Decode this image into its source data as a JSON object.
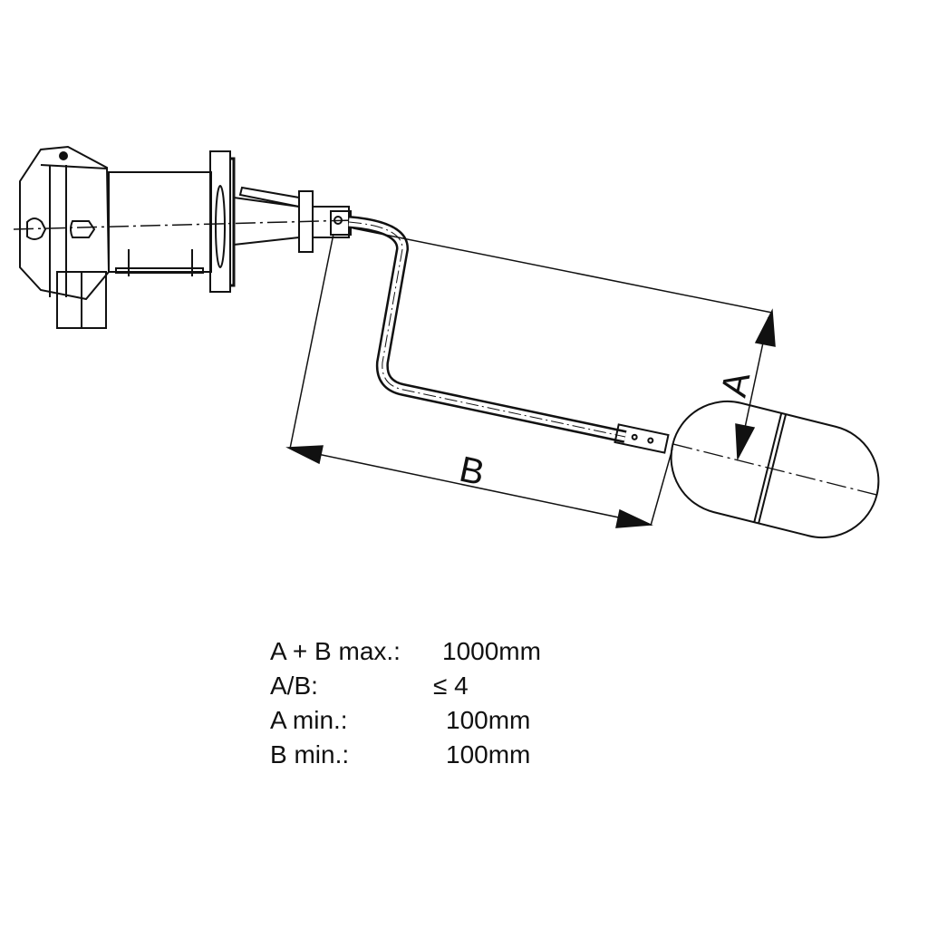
{
  "drawing": {
    "dimension_labels": {
      "a": "A",
      "b": "B"
    },
    "colors": {
      "line": "#111111",
      "background": "#ffffff"
    }
  },
  "specs": [
    {
      "label": "A + B max.:",
      "value": "1000mm"
    },
    {
      "label": "A/B:",
      "value": "≤ 4"
    },
    {
      "label": "A min.:",
      "value": "100mm"
    },
    {
      "label": "B min.:",
      "value": "100mm"
    }
  ]
}
